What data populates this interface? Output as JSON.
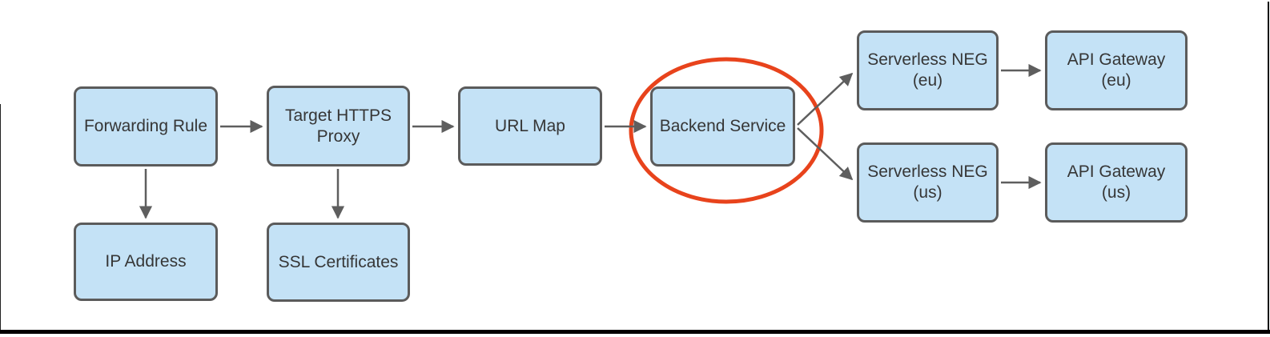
{
  "diagram": {
    "type": "flowchart",
    "colors": {
      "node_fill": "#C4E2F6",
      "node_border": "#5B5B5B",
      "arrow": "#5E5E5E",
      "text": "#363636",
      "highlight_ellipse": "#E8431C",
      "frame": "#000000"
    },
    "highlight": {
      "shape": "ellipse",
      "around": "Backend Service",
      "color": "#E8431C"
    },
    "nodes": [
      {
        "id": "forwarding-rule",
        "label": "Forwarding Rule",
        "line1": "Forwarding Rule"
      },
      {
        "id": "target-https-proxy",
        "label": "Target HTTPS Proxy",
        "line1": "Target HTTPS",
        "line2": "Proxy"
      },
      {
        "id": "url-map",
        "label": "URL Map",
        "line1": "URL Map"
      },
      {
        "id": "backend-service",
        "label": "Backend Service",
        "line1": "Backend Service",
        "highlighted": true
      },
      {
        "id": "serverless-neg-eu",
        "label": "Serverless NEG (eu)",
        "line1": "Serverless NEG",
        "line2": "(eu)"
      },
      {
        "id": "api-gateway-eu",
        "label": "API Gateway (eu)",
        "line1": "API Gateway",
        "line2": "(eu)"
      },
      {
        "id": "serverless-neg-us",
        "label": "Serverless NEG (us)",
        "line1": "Serverless NEG",
        "line2": "(us)"
      },
      {
        "id": "api-gateway-us",
        "label": "API Gateway (us)",
        "line1": "API Gateway",
        "line2": "(us)"
      },
      {
        "id": "ip-address",
        "label": "IP Address",
        "line1": "IP Address"
      },
      {
        "id": "ssl-certificates",
        "label": "SSL Certificates",
        "line1": "SSL Certificates"
      }
    ],
    "edges": [
      {
        "from": "forwarding-rule",
        "to": "target-https-proxy"
      },
      {
        "from": "forwarding-rule",
        "to": "ip-address"
      },
      {
        "from": "target-https-proxy",
        "to": "url-map"
      },
      {
        "from": "target-https-proxy",
        "to": "ssl-certificates"
      },
      {
        "from": "url-map",
        "to": "backend-service"
      },
      {
        "from": "backend-service",
        "to": "serverless-neg-eu"
      },
      {
        "from": "backend-service",
        "to": "serverless-neg-us"
      },
      {
        "from": "serverless-neg-eu",
        "to": "api-gateway-eu"
      },
      {
        "from": "serverless-neg-us",
        "to": "api-gateway-us"
      }
    ]
  }
}
